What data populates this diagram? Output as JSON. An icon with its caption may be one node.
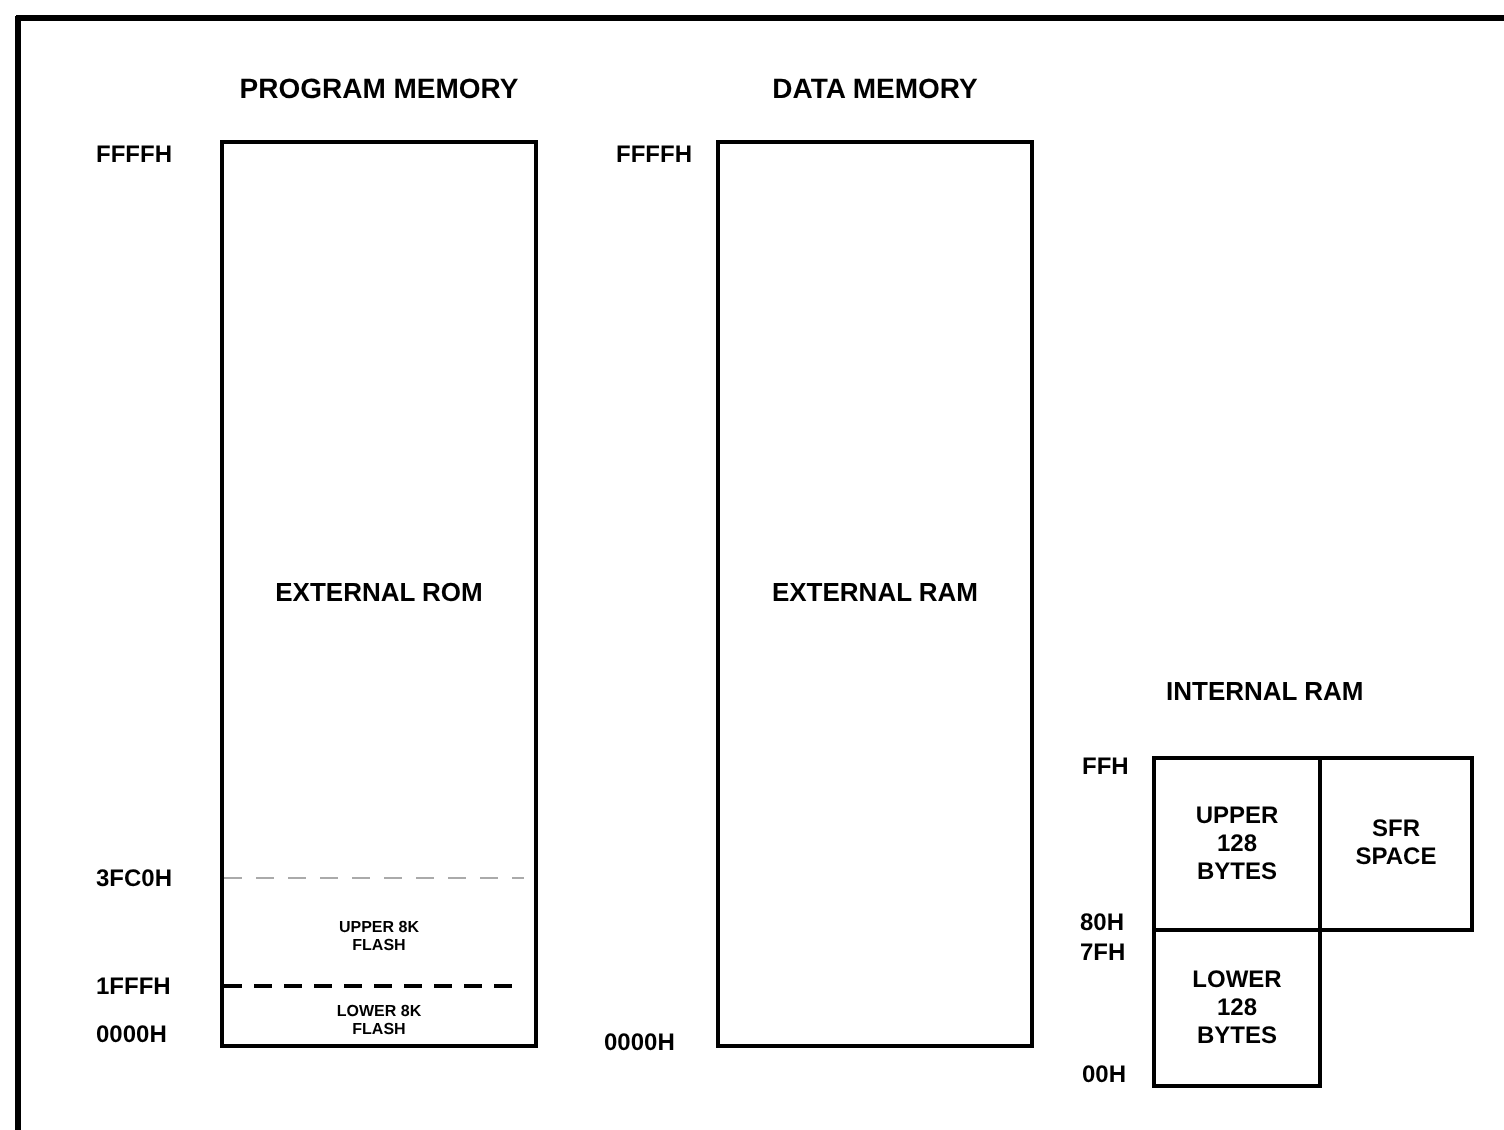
{
  "diagram": {
    "nodes": [
      {
        "text": [
          "PROGRAM MEMORY",
          "EXTERNAL ROM"
        ]
      },
      {
        "text": [
          "UPPER 8K FLASH"
        ],
        "in": 0
      },
      {
        "text": [
          "LOWER 8K FLASH"
        ],
        "in": 0
      },
      {
        "text": [
          "DATA MEMORY",
          "EXTERNAL RAM"
        ]
      },
      {
        "text": [
          "UPPER 128 BYTES"
        ]
      },
      {
        "text": [
          "SFR SPACE"
        ]
      },
      {
        "text": [
          "LOWER 128 BYTES"
        ]
      }
    ],
    "edges": [],
    "labels": [
      "FFFFH",
      "3FC0H",
      "1FFFH",
      "0000H",
      "FFFFH",
      "0000H",
      "INTERNAL RAM",
      "FFH",
      "80H",
      "7FH",
      "00H"
    ]
  }
}
